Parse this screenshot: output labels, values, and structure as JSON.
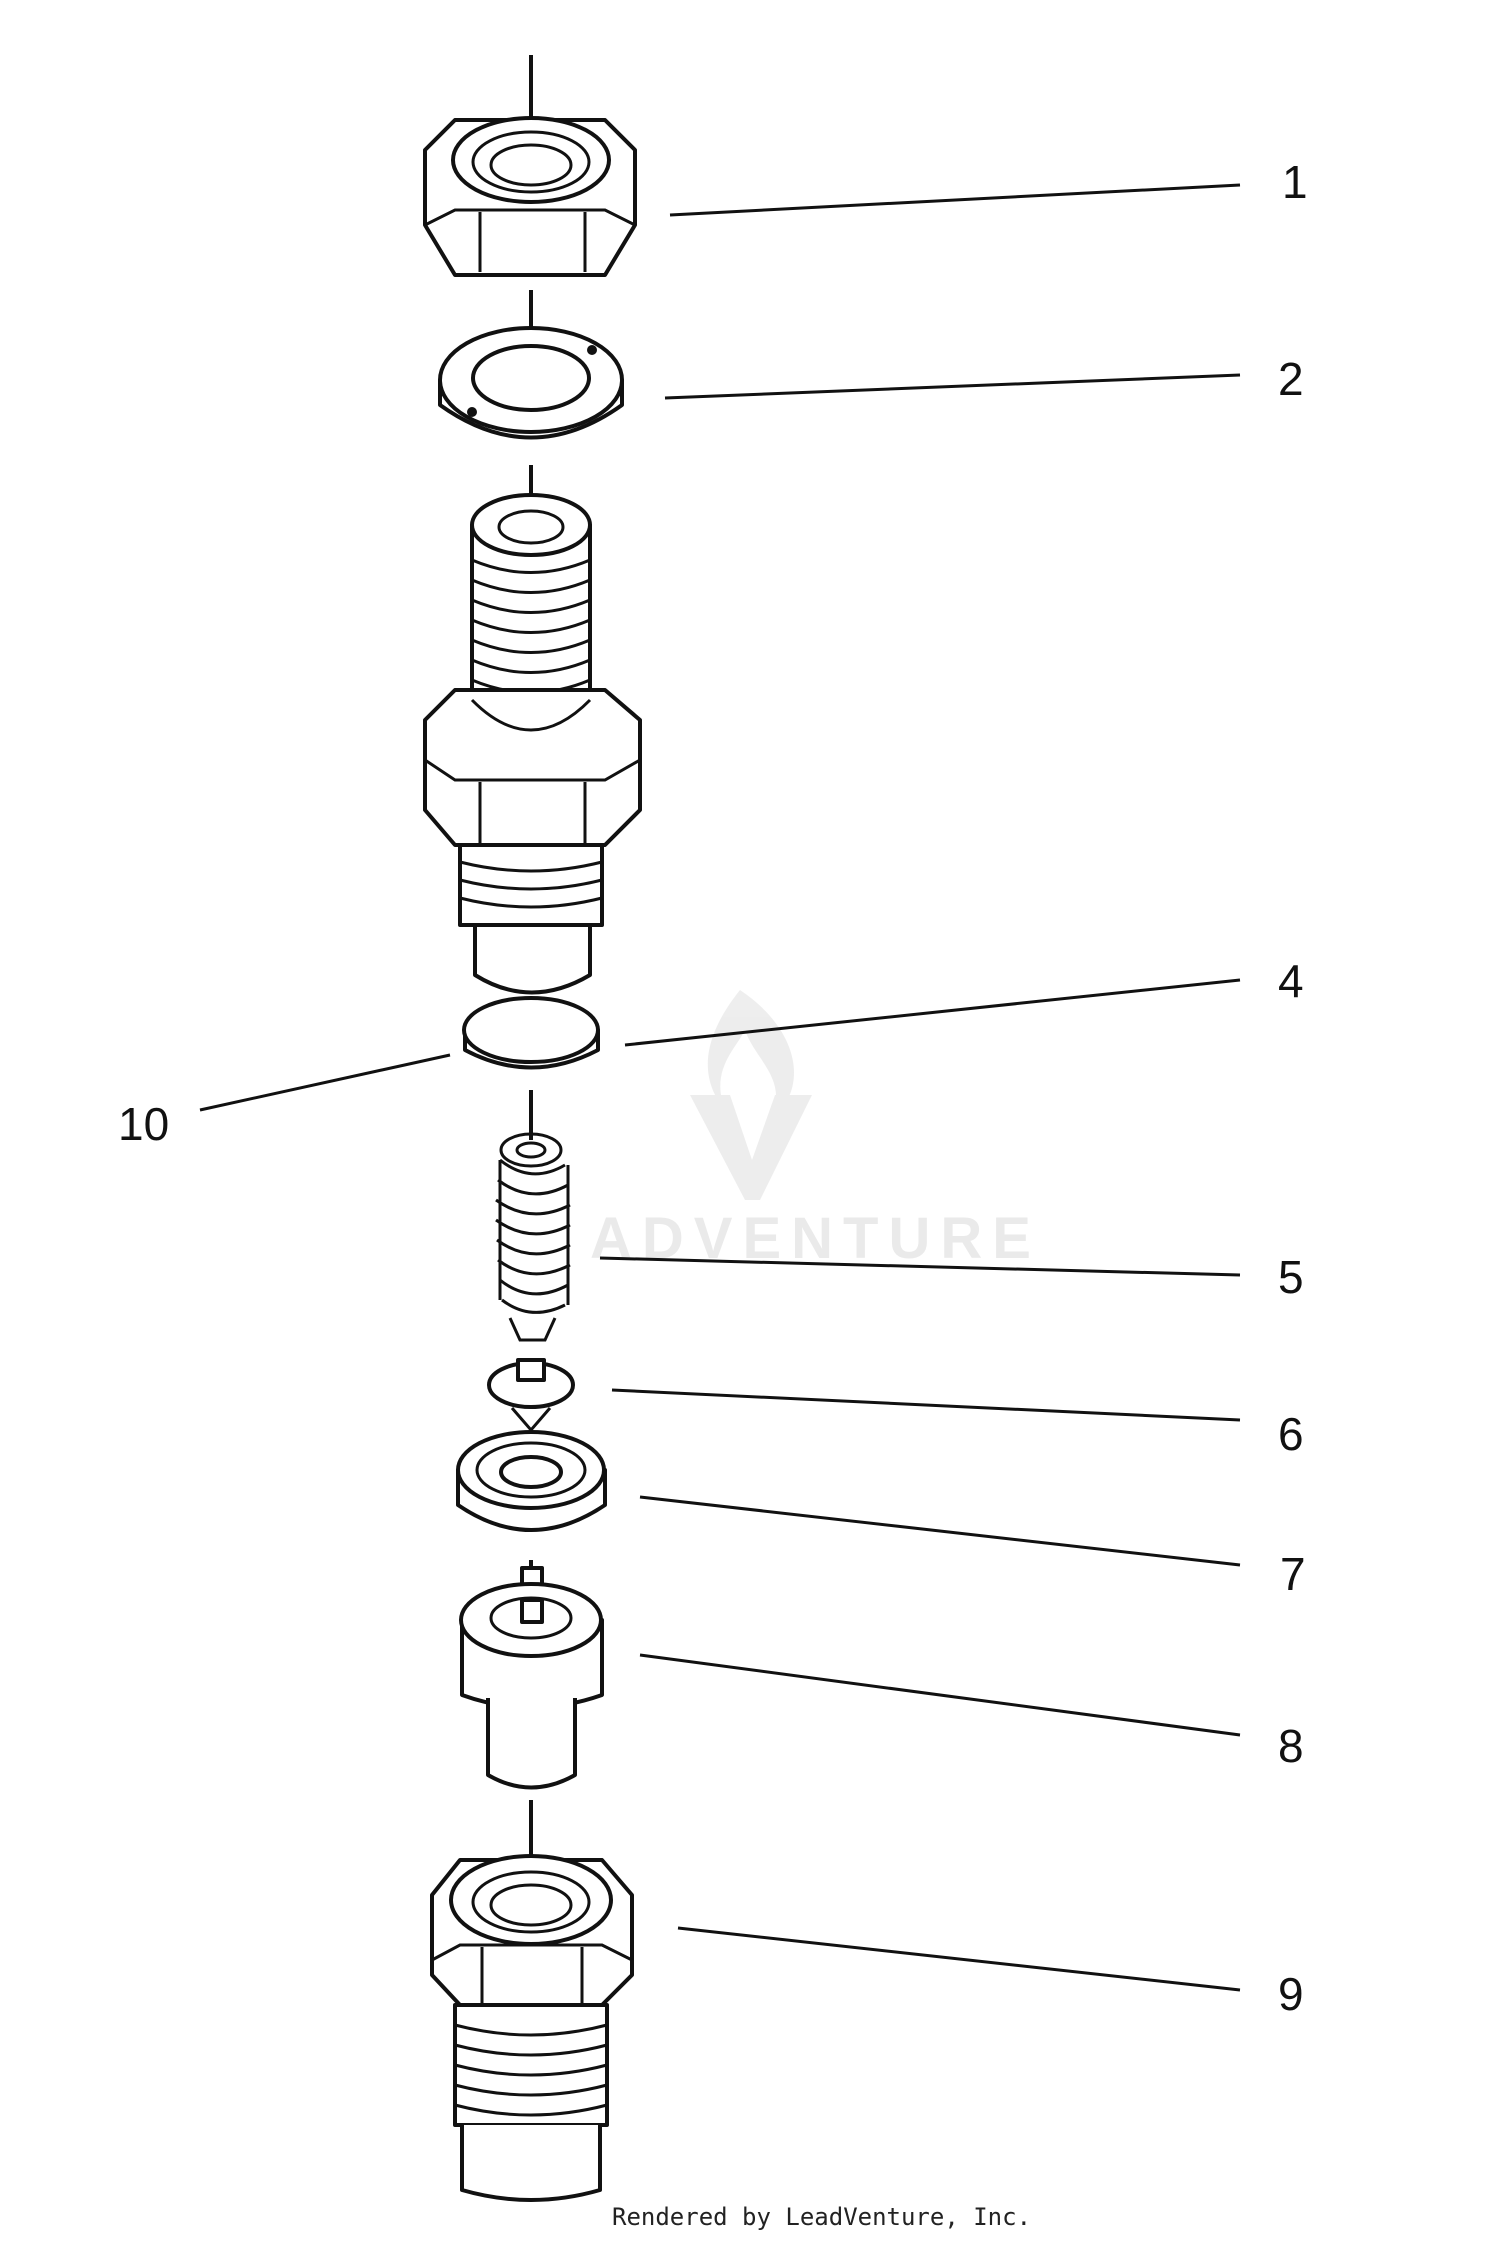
{
  "diagram": {
    "callouts": [
      {
        "id": "1",
        "label": "1"
      },
      {
        "id": "2",
        "label": "2"
      },
      {
        "id": "4",
        "label": "4"
      },
      {
        "id": "10",
        "label": "10"
      },
      {
        "id": "5",
        "label": "5"
      },
      {
        "id": "6",
        "label": "6"
      },
      {
        "id": "7",
        "label": "7"
      },
      {
        "id": "8",
        "label": "8"
      },
      {
        "id": "9",
        "label": "9"
      }
    ],
    "watermark": {
      "text": "ADVENTURE"
    },
    "credit": "Rendered by LeadVenture, Inc."
  }
}
